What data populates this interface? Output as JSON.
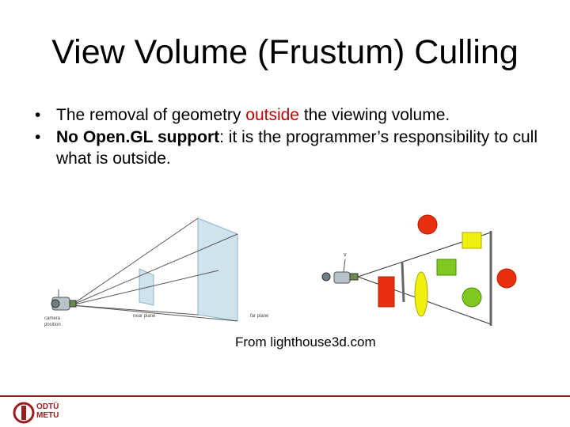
{
  "slide": {
    "title": "View Volume (Frustum) Culling",
    "bullets": [
      {
        "before": "The removal of geometry ",
        "highlight": "outside",
        "after": " the viewing volume."
      },
      {
        "bold": "No Open.GL support",
        "rest": ": it is the programmer’s responsibility to cull what is outside."
      }
    ],
    "bullet_symbol": "•",
    "caption": "From lighthouse3d.com"
  },
  "left_figure": {
    "labels": {
      "camera": [
        "camera",
        "position"
      ],
      "near": "near plane",
      "far": "far plane"
    }
  },
  "right_figure": {
    "eye_label": "v"
  },
  "footer": {
    "logo_lines": [
      "ODTÜ",
      "METU"
    ]
  },
  "colors": {
    "accent": "#c00000",
    "footer_line": "#8b1a1a",
    "plane_fill": "#cce2ec",
    "shape_red": "#e83010",
    "shape_yellow": "#f0f010",
    "shape_green": "#7ec820"
  }
}
